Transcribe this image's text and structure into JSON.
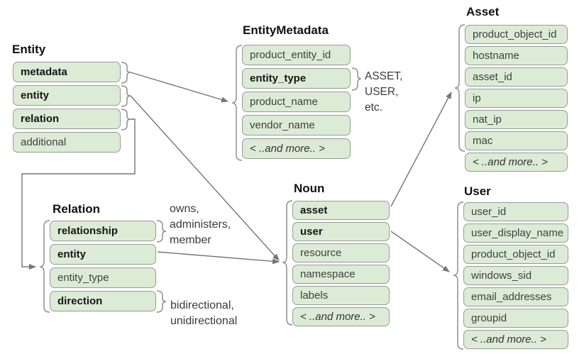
{
  "boxes": {
    "entity": {
      "title": "Entity",
      "fields": [
        "metadata",
        "entity",
        "relation",
        "additional"
      ]
    },
    "entity_metadata": {
      "title": "EntityMetadata",
      "fields": [
        "product_entity_id",
        "entity_type",
        "product_name",
        "vendor_name",
        "< ..and more.. >"
      ]
    },
    "asset": {
      "title": "Asset",
      "fields": [
        "product_object_id",
        "hostname",
        "asset_id",
        "ip",
        "nat_ip",
        "mac",
        "< ..and more.. >"
      ]
    },
    "user": {
      "title": "User",
      "fields": [
        "user_id",
        "user_display_name",
        "product_object_id",
        "windows_sid",
        "email_addresses",
        "groupid",
        "< ..and more.. >"
      ]
    },
    "relation": {
      "title": "Relation",
      "fields": [
        "relationship",
        "entity",
        "entity_type",
        "direction"
      ]
    },
    "noun": {
      "title": "Noun",
      "fields": [
        "asset",
        "user",
        "resource",
        "namespace",
        "labels",
        "< ..and more.. >"
      ]
    }
  },
  "annotations": {
    "entity_type_values": "ASSET,\nUSER,\netc.",
    "relationship_values": "owns,\nadministers,\nmember",
    "direction_values": "bidirectional,\nunidirectional"
  },
  "colors": {
    "field_fill": "#dcebd6",
    "field_border": "#979b97",
    "connector": "#757575",
    "brace": "#8f8f8f",
    "title_text": "#111111",
    "field_text": "#404040"
  }
}
